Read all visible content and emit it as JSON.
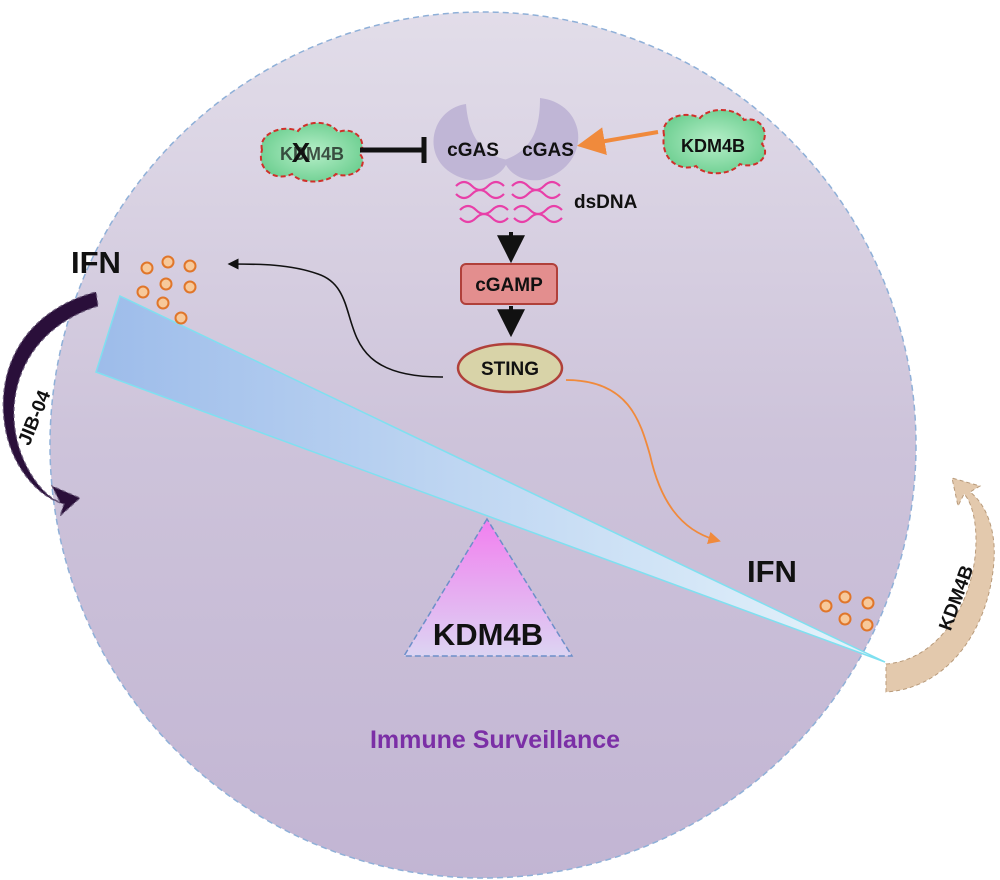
{
  "diagram": {
    "pathway": {
      "cgas_left": "cGAS",
      "cgas_right": "cGAS",
      "dsdna": "dsDNA",
      "cgamp": "cGAMP",
      "sting": "STING",
      "kdm4b_right": "KDM4B",
      "kdm4b_knockout": "KDM4B",
      "knockout_mark": "X"
    },
    "balance": {
      "ifn_high": "IFN",
      "ifn_low": "IFN",
      "fulcrum_label": "KDM4B"
    },
    "side_arrows": {
      "left_label": "JIB-04",
      "right_label": "KDM4B"
    },
    "footer": {
      "title": "Immune Surveillance"
    }
  },
  "colors": {
    "cell_fill": "#cfc6db",
    "cell_border": "#8fb0d8",
    "orange_arrow": "#f08a3c",
    "kdm4b_green": "#7fd9a0",
    "inhibit_red": "#d0302a",
    "cgamp_fill": "#e38e8e",
    "sting_fill": "#d8d3a8",
    "dsdna_pink": "#e83fa8",
    "fulcrum_pink": "#f18cf0",
    "footer_purple": "#7b2fa6",
    "jib04_arrow": "#2a0f3a",
    "kdm4b_arrow": "#e3c9ad"
  }
}
